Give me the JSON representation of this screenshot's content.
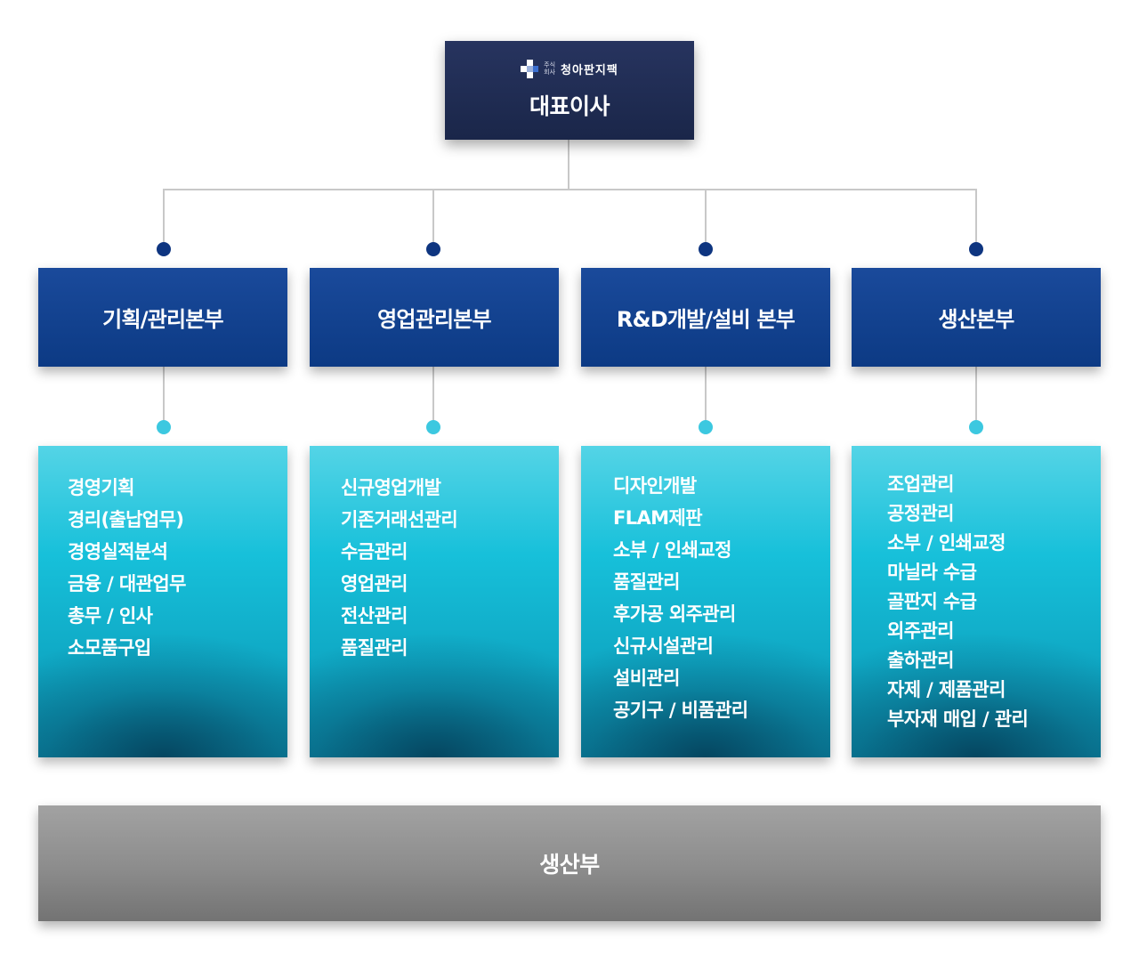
{
  "ceo": {
    "logo": {
      "small_top": "주식",
      "small_bottom": "회사",
      "company_name": "청아판지팩"
    },
    "title": "대표이사"
  },
  "departments": [
    {
      "name": "기획/관리본부",
      "tasks": [
        "경영기획",
        "경리(출납업무)",
        "경영실적분석",
        "금융 / 대관업무",
        "총무 / 인사",
        "소모품구입"
      ]
    },
    {
      "name": "영업관리본부",
      "tasks": [
        "신규영업개발",
        "기존거래선관리",
        "수금관리",
        "영업관리",
        "전산관리",
        "품질관리"
      ]
    },
    {
      "name": "R&D개발/설비 본부",
      "tasks": [
        "디자인개발",
        "FLAM제판",
        "소부 / 인쇄교정",
        "품질관리",
        "후가공 외주관리",
        "신규시설관리",
        "설비관리",
        "공기구 / 비품관리"
      ]
    },
    {
      "name": "생산본부",
      "tasks": [
        "조업관리",
        "공정관리",
        "소부 / 인쇄교정",
        "마닐라 수급",
        "골판지 수급",
        "외주관리",
        "출하관리",
        "자제 / 제품관리",
        "부자재 매입 / 관리"
      ]
    }
  ],
  "production_unit": "생산부",
  "colors": {
    "ceo_box": "#1f2b52",
    "dept_box": "#0f3d8a",
    "task_box": "#17c0da",
    "production_box": "#8f8f8f",
    "connector": "#c8c8c8",
    "dept_dot": "#0e3580",
    "task_dot": "#3cc8e0"
  }
}
